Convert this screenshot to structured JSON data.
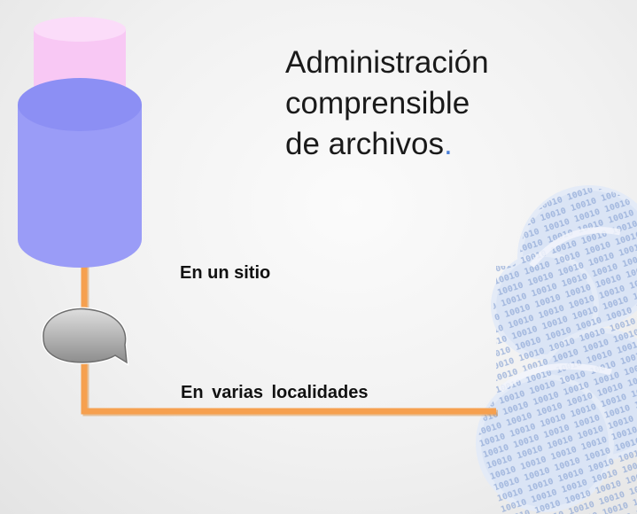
{
  "title": {
    "line1": "Administración",
    "line2": "comprensible",
    "line3": "de archivos",
    "period": "."
  },
  "labels": {
    "single_site": "En un sitio",
    "multi_site": "En  varias localidades"
  },
  "colors": {
    "connector": "#f6a04f",
    "database_top": "#f8c8f4",
    "database_bottom": "#9a9cf7",
    "node": "#a8a8a8",
    "cloud": "#cfdcf2",
    "cloud_binary_text": "#8fa8d6",
    "period_accent": "#4a7fd8"
  },
  "icons": {
    "database": "database-icon",
    "node": "speech-bubble-node-icon",
    "cloud": "binary-cloud-icon"
  }
}
